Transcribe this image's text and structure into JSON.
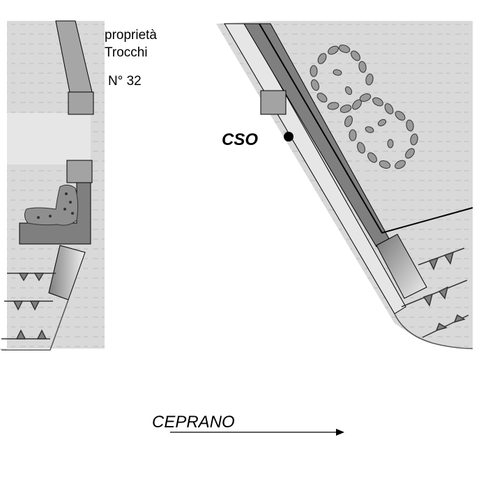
{
  "property": {
    "line1": "proprietà",
    "line2": "Trocchi",
    "number": "N° 32"
  },
  "marker": {
    "label": "CSO"
  },
  "direction": {
    "label": "CEPRANO"
  },
  "colors": {
    "ground": "#d9d9d9",
    "wall_dark": "#7f7f7f",
    "wall_mid": "#a3a3a3",
    "path_light": "#e3e3e3",
    "outline": "#000000",
    "background": "#ffffff"
  }
}
